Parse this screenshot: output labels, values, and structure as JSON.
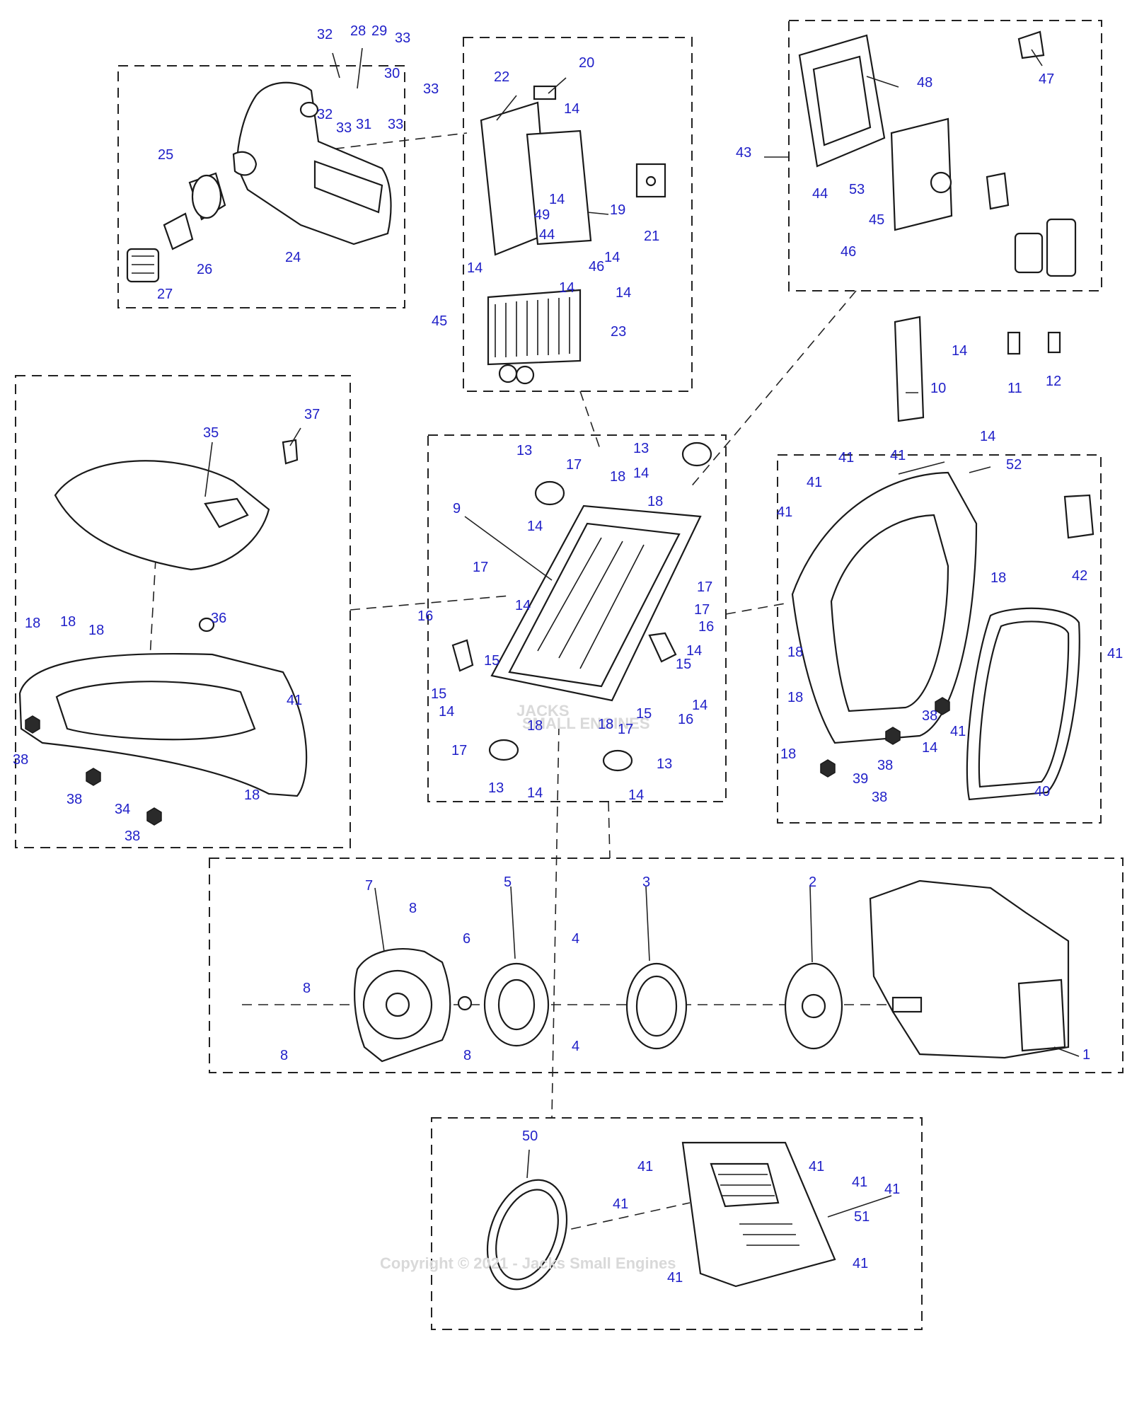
{
  "label_color": "#1f1fc8",
  "line_color": "#222222",
  "watermark": "Copyright © 2021 - Jacks Small Engines",
  "logo_text": "JACKS",
  "logo_sub": "SMALL ENGINES",
  "labels": [
    "32",
    "28",
    "29",
    "33",
    "30",
    "33",
    "32",
    "33",
    "31",
    "33",
    "25",
    "26",
    "27",
    "24",
    "22",
    "20",
    "14",
    "19",
    "21",
    "14",
    "49",
    "44",
    "14",
    "14",
    "46",
    "14",
    "45",
    "14",
    "23",
    "47",
    "48",
    "43",
    "53",
    "44",
    "45",
    "46",
    "14",
    "10",
    "11",
    "12",
    "14",
    "35",
    "37",
    "36",
    "18",
    "18",
    "18",
    "38",
    "41",
    "38",
    "34",
    "38",
    "18",
    "13",
    "13",
    "17",
    "18",
    "14",
    "14",
    "18",
    "9",
    "17",
    "17",
    "16",
    "14",
    "15",
    "15",
    "14",
    "17",
    "16",
    "14",
    "15",
    "14",
    "15",
    "16",
    "18",
    "18",
    "17",
    "17",
    "13",
    "13",
    "14",
    "14",
    "41",
    "41",
    "52",
    "41",
    "41",
    "18",
    "42",
    "18",
    "41",
    "18",
    "38",
    "41",
    "14",
    "38",
    "18",
    "39",
    "38",
    "40",
    "7",
    "8",
    "6",
    "5",
    "3",
    "4",
    "2",
    "8",
    "4",
    "8",
    "8",
    "1",
    "50",
    "41",
    "41",
    "41",
    "41",
    "41",
    "51",
    "41",
    "41"
  ]
}
